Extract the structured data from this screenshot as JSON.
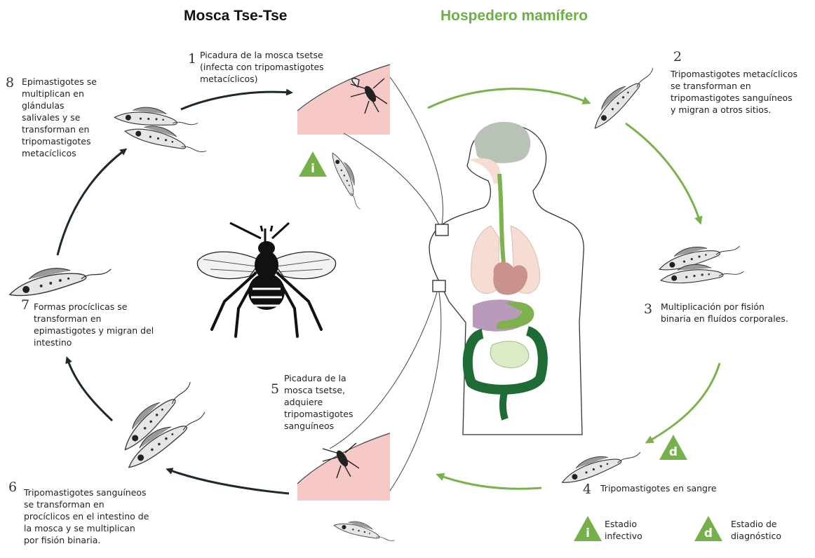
{
  "titles": {
    "left": "Mosca Tse-Tse",
    "right": "Hospedero mamífero"
  },
  "colors": {
    "green": "#76b04b",
    "dark": "#1e2a2a",
    "skin": "#f6c9c6",
    "brain": "#b9c2b7",
    "lung": "#f6dcd2",
    "heart": "#c9928d",
    "stomach": "#7fb24e",
    "intestine": "#1f6b36",
    "small_intestine": "#dcebc6",
    "liver": "#b99aba"
  },
  "steps": [
    {
      "num": "1",
      "lines": [
        "Picadura de la mosca tsetse",
        "(infecta con tripomastigotes",
        "metacíclicos)"
      ]
    },
    {
      "num": "2",
      "lines": [
        "Tripomastigotes metacíclicos",
        "se transforman en",
        "tripomastigotes sanguíneos",
        "y migran a otros sitios."
      ]
    },
    {
      "num": "3",
      "lines": [
        "Multiplicación por fisión",
        "binaria en fluídos corporales."
      ]
    },
    {
      "num": "4",
      "lines": [
        "Tripomastigotes en sangre"
      ]
    },
    {
      "num": "5",
      "lines": [
        "Picadura de la",
        "mosca tsetse,",
        "adquiere",
        "tripomastigotes",
        "sanguíneos"
      ]
    },
    {
      "num": "6",
      "lines": [
        "Tripomastigotes sanguíneos",
        "se transforman en",
        "procíclicos en el intestino de",
        "la mosca y se multiplican",
        "por fisión binaria."
      ]
    },
    {
      "num": "7",
      "lines": [
        "Formas procíclicas se",
        "transforman en",
        "epimastigotes y migran del",
        "intestino"
      ]
    },
    {
      "num": "8",
      "lines": [
        "Epimastigotes se",
        "multiplican en",
        "glándulas",
        "salivales y se",
        "transforman en",
        "tripomastigotes",
        "metacíclicos"
      ]
    }
  ],
  "markers": {
    "infective": "i",
    "diagnostic": "d"
  },
  "legend": {
    "infective": [
      "Estadio",
      "infectivo"
    ],
    "diagnostic": [
      "Estadio de",
      "diagnóstico"
    ]
  }
}
